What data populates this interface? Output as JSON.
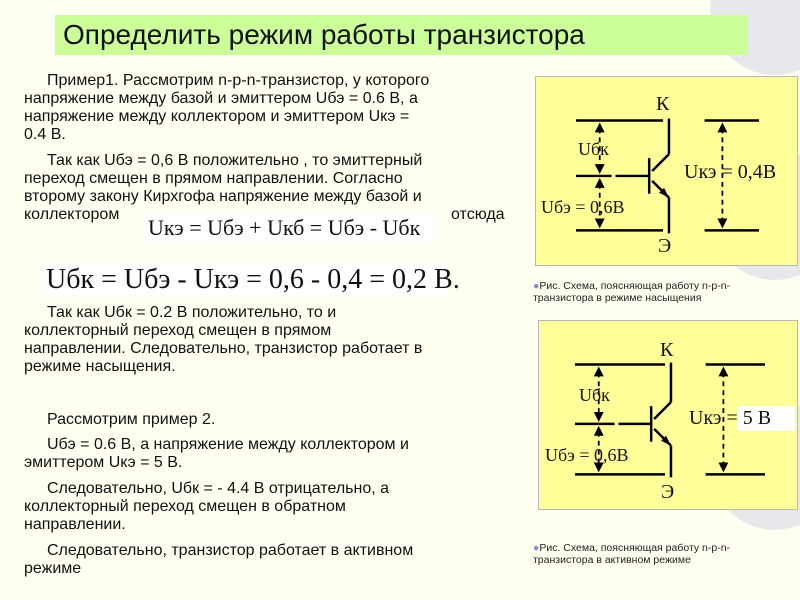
{
  "title": "Определить режим работы транзистора",
  "example1": {
    "p1": [
      "Пример1.  Рассмотрим n-p-n-транзистор,  у которого",
      "напряжение  между базой и эмиттером Uбэ = 0.6 В, а",
      "напряжение  между коллектором и эмиттером Uкэ =",
      "0.4 В."
    ],
    "p2_line1": "Так как Uбэ = 0,6 В положительно  , то эмиттерный",
    "p2_line2": "переход смещен в прямом направлении.  Согласно",
    "p2_line3": "второму закону Кирхгофа напряжение  между базой и",
    "p2_line4_start": "коллектором",
    "p2_line4_end": "отсюда",
    "formula_kirchhoff": "Uкэ = Uбэ + Uкб = Uбэ - Uбк",
    "formula_result": "Uбк = Uбэ - Uкэ = 0,6 - 0,4 = 0,2 В.",
    "p3": [
      "Так как Uбк = 0.2 В положительно,  то и",
      "коллекторный  переход смещен в прямом",
      "направлении.  Следовательно, транзистор работает в",
      "режиме  насыщения."
    ]
  },
  "example2": {
    "p1": "Рассмотрим пример 2.",
    "p2": [
      "Uбэ = 0.6 В, а напряжение  между коллектором и",
      "эмиттером Uкэ = 5 В."
    ],
    "p3": [
      "Следовательно, Uбк = - 4.4 В отрицательно, а",
      "коллекторный  переход смещен в обратном",
      "направлении."
    ],
    "p4": [
      "Следовательно, транзистор работает в активном",
      "режиме"
    ]
  },
  "figure1": {
    "collector": "К",
    "emitter": "Э",
    "ubk": "Uбк",
    "ube": "Uбэ = 0,6В",
    "uke": "Uкэ = 0,4В",
    "caption": [
      "Рис. Схема, поясняющая работу n-p-n-",
      "транзистора  в режиме насыщения"
    ]
  },
  "figure2": {
    "collector": "К",
    "emitter": "Э",
    "ubk": "Uбк",
    "ube": "Uбэ = 0,6В",
    "uke": "Uкэ = 5 В",
    "caption": [
      "Рис. Схема, поясняющая работу n-p-n-",
      "транзистора  в активном   режиме"
    ]
  },
  "colors": {
    "background": "#fffff2",
    "title_bar": "#ccff99",
    "panel": "#ffff99",
    "bullet": "#8c8cc8"
  }
}
